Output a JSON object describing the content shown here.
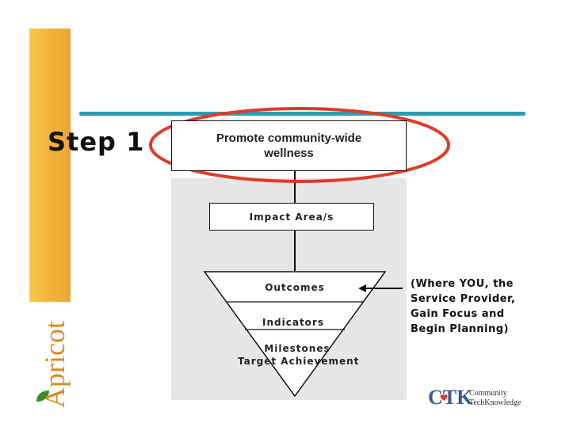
{
  "step": {
    "label": "Step 1"
  },
  "goal": {
    "text": "Promote community-wide wellness"
  },
  "impact": {
    "label": "Impact Area/s"
  },
  "funnel": {
    "outcomes": "Outcomes",
    "indicators": "Indicators",
    "milestones": "Milestones",
    "target": "Target Achievement"
  },
  "annotation": {
    "text": "(Where YOU, the\nService Provider,\nGain Focus and\nBegin Planning)"
  },
  "logos": {
    "apricot": "Apricot",
    "ctk_letters": "CTK",
    "ctk_line1": "Community",
    "ctk_line2": "TechKnowledge"
  },
  "colors": {
    "sidebar": "#f2b13a",
    "divider": "#2b9bb3",
    "highlight": "#e03a2a",
    "apricot_text": "#d98a1f",
    "ctk_blue": "#3d5a8a"
  },
  "icons": [
    "apricot-leaf-icon",
    "ctk-heart-icon",
    "arrow-left-icon"
  ]
}
